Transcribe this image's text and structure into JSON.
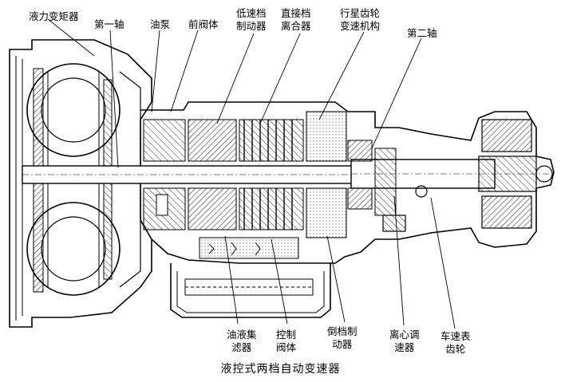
{
  "caption": "液控式两档自动变速器",
  "labels": {
    "torque_converter": "液力变矩器",
    "first_shaft": "第一轴",
    "oil_pump": "油泵",
    "front_valve_body": "前阀体",
    "low_brake": [
      "低速档",
      "制动器"
    ],
    "direct_clutch": [
      "直接档",
      "离合器"
    ],
    "planetary_gear": [
      "行星齿轮",
      "变速机构"
    ],
    "second_shaft": "第二轴",
    "oil_filter": [
      "油液集",
      "滤器"
    ],
    "control_valve": [
      "控制",
      "阀体"
    ],
    "reverse_brake": [
      "倒档制",
      "动器"
    ],
    "governor": [
      "离心调",
      "速器"
    ],
    "speedometer_gear": [
      "车速表",
      "齿轮"
    ]
  }
}
